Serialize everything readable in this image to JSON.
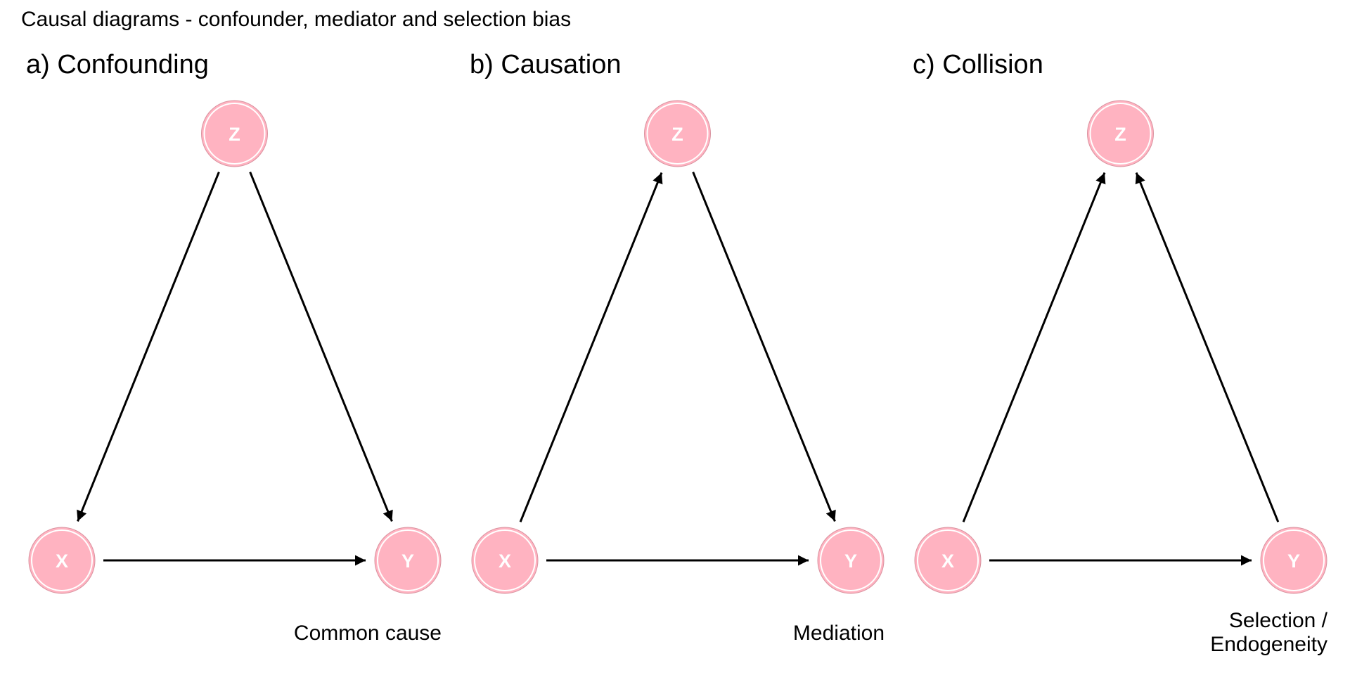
{
  "title": "Causal diagrams - confounder, mediator and selection bias",
  "style": {
    "node_fill": "#FFB3C1",
    "node_border": "#D9929F",
    "node_ring": "#FFFFFF",
    "node_text": "#FFFFFF",
    "edge_color": "#000000"
  },
  "panels": [
    {
      "id": "a",
      "title": "a) Confounding",
      "caption": "Common cause",
      "nodes": [
        {
          "id": "Z",
          "label": "Z",
          "role": "top"
        },
        {
          "id": "X",
          "label": "X",
          "role": "bottom-left"
        },
        {
          "id": "Y",
          "label": "Y",
          "role": "bottom-right"
        }
      ],
      "edges": [
        {
          "from": "Z",
          "to": "X"
        },
        {
          "from": "Z",
          "to": "Y"
        },
        {
          "from": "X",
          "to": "Y"
        }
      ]
    },
    {
      "id": "b",
      "title": "b) Causation",
      "caption": "Mediation",
      "nodes": [
        {
          "id": "Z",
          "label": "Z",
          "role": "top"
        },
        {
          "id": "X",
          "label": "X",
          "role": "bottom-left"
        },
        {
          "id": "Y",
          "label": "Y",
          "role": "bottom-right"
        }
      ],
      "edges": [
        {
          "from": "X",
          "to": "Z"
        },
        {
          "from": "Z",
          "to": "Y"
        },
        {
          "from": "X",
          "to": "Y"
        }
      ]
    },
    {
      "id": "c",
      "title": "c) Collision",
      "caption": "Selection /\nEndogeneity",
      "caption_lines": [
        "Selection /",
        "Endogeneity"
      ],
      "nodes": [
        {
          "id": "Z",
          "label": "Z",
          "role": "top"
        },
        {
          "id": "X",
          "label": "X",
          "role": "bottom-left"
        },
        {
          "id": "Y",
          "label": "Y",
          "role": "bottom-right"
        }
      ],
      "edges": [
        {
          "from": "X",
          "to": "Z"
        },
        {
          "from": "Y",
          "to": "Z"
        },
        {
          "from": "X",
          "to": "Y"
        }
      ]
    }
  ]
}
